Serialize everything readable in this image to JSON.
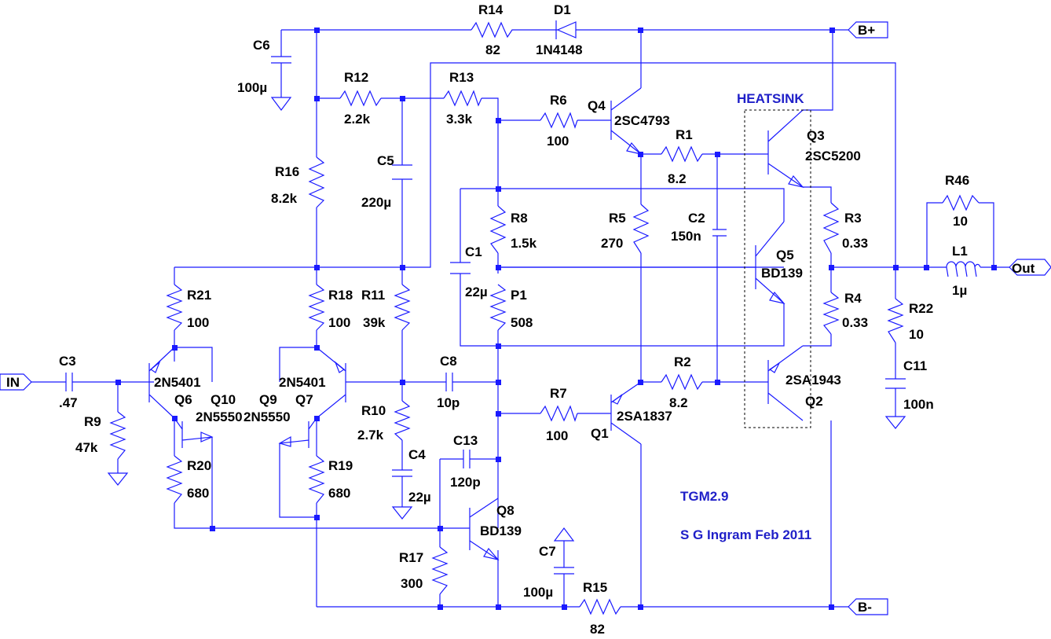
{
  "ports": {
    "in": "IN",
    "out": "Out",
    "bplus": "B+",
    "bminus": "B-"
  },
  "heatsink": "HEATSINK",
  "title": "TGM2.9",
  "author": "S G Ingram Feb 2011",
  "parts": {
    "R14": {
      "ref": "R14",
      "val": "82"
    },
    "D1": {
      "ref": "D1",
      "val": "1N4148"
    },
    "C6": {
      "ref": "C6",
      "val": "100µ"
    },
    "R12": {
      "ref": "R12",
      "val": "2.2k"
    },
    "R13": {
      "ref": "R13",
      "val": "3.3k"
    },
    "R6": {
      "ref": "R6",
      "val": "100"
    },
    "Q4": {
      "ref": "Q4",
      "val": "2SC4793"
    },
    "R1": {
      "ref": "R1",
      "val": "8.2"
    },
    "Q3": {
      "ref": "Q3",
      "val": "2SC5200"
    },
    "R16": {
      "ref": "R16",
      "val": "8.2k"
    },
    "C5": {
      "ref": "C5",
      "val": "220µ"
    },
    "R8": {
      "ref": "R8",
      "val": "1.5k"
    },
    "R5": {
      "ref": "R5",
      "val": "270"
    },
    "C2": {
      "ref": "C2",
      "val": "150n"
    },
    "Q5": {
      "ref": "Q5",
      "val": "BD139"
    },
    "R3": {
      "ref": "R3",
      "val": "0.33"
    },
    "R46": {
      "ref": "R46",
      "val": "10"
    },
    "L1": {
      "ref": "L1",
      "val": "1µ"
    },
    "C1": {
      "ref": "C1",
      "val": "22µ"
    },
    "P1": {
      "ref": "P1",
      "val": "508"
    },
    "R4": {
      "ref": "R4",
      "val": "0.33"
    },
    "R22": {
      "ref": "R22",
      "val": "10"
    },
    "R21": {
      "ref": "R21",
      "val": "100"
    },
    "R18": {
      "ref": "R18",
      "val": "100"
    },
    "R11": {
      "ref": "R11",
      "val": "39k"
    },
    "C3": {
      "ref": "C3",
      "val": ".47"
    },
    "Q6": {
      "ref": "Q6",
      "val": "2N5401"
    },
    "Q10": {
      "ref": "Q10",
      "val": "2N5550"
    },
    "Q9": {
      "ref": "Q9",
      "val": "2N5550"
    },
    "Q7": {
      "ref": "Q7",
      "val": "2N5401"
    },
    "C8": {
      "ref": "C8",
      "val": "10p"
    },
    "R2": {
      "ref": "R2",
      "val": "8.2"
    },
    "Q2": {
      "ref": "Q2",
      "val": "2SA1943"
    },
    "C11": {
      "ref": "C11",
      "val": "100n"
    },
    "R9": {
      "ref": "R9",
      "val": "47k"
    },
    "R10": {
      "ref": "R10",
      "val": "2.7k"
    },
    "R7": {
      "ref": "R7",
      "val": "100"
    },
    "Q1": {
      "ref": "Q1",
      "val": "2SA1837"
    },
    "R20": {
      "ref": "R20",
      "val": "680"
    },
    "R19": {
      "ref": "R19",
      "val": "680"
    },
    "C4": {
      "ref": "C4",
      "val": "22µ"
    },
    "C13": {
      "ref": "C13",
      "val": "120p"
    },
    "Q8": {
      "ref": "Q8",
      "val": "BD139"
    },
    "C7": {
      "ref": "C7",
      "val": "100µ"
    },
    "R17": {
      "ref": "R17",
      "val": "300"
    },
    "R15": {
      "ref": "R15",
      "val": "82"
    }
  }
}
